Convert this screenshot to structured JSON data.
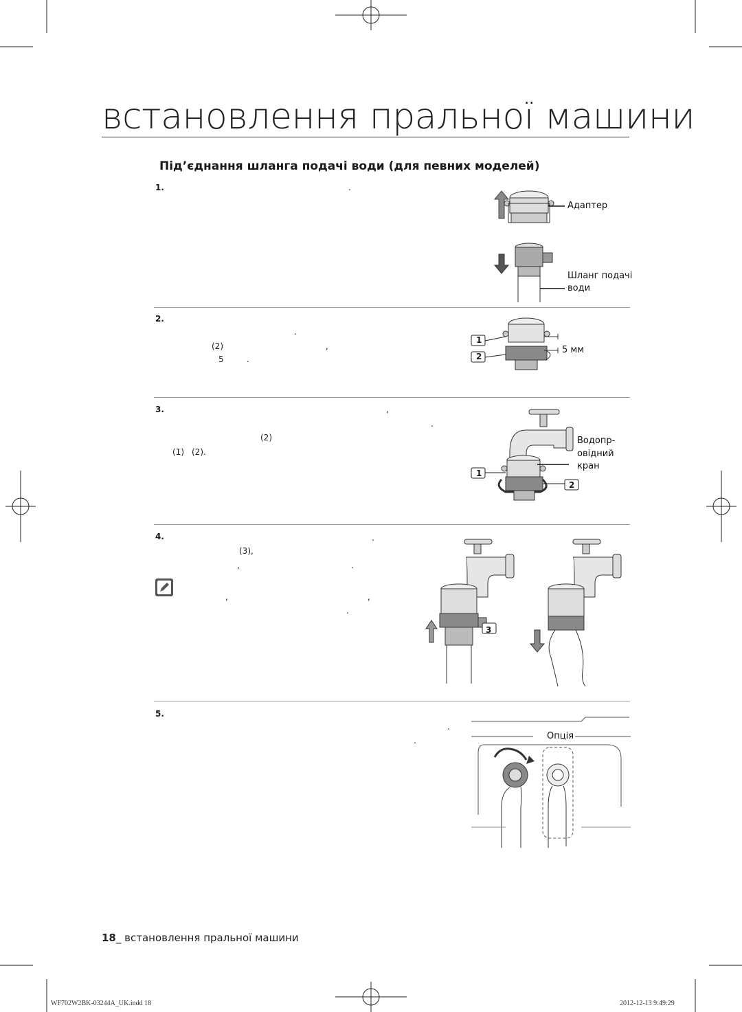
{
  "page": {
    "title": "встановлення пральної машини",
    "section_heading": "Під’єднання шланга подачі води (для певних моделей)",
    "footer_page_number": "18",
    "footer_separator": "_",
    "footer_title": "встановлення пральної машини",
    "print_file": "WF702W2BK-03244A_UK.indd   18",
    "print_timestamp": "2012-12-13   9:49:29"
  },
  "steps": [
    {
      "number": "1.",
      "fragments": [
        "."
      ]
    },
    {
      "number": "2.",
      "fragments": [
        ".",
        "(2)",
        ",",
        "5",
        "."
      ]
    },
    {
      "number": "3.",
      "fragments": [
        ",",
        ".",
        "(2)",
        "(1)",
        "(2)."
      ]
    },
    {
      "number": "4.",
      "fragments": [
        ".",
        "(3),",
        ",",
        ".",
        ",",
        ",",
        "."
      ]
    },
    {
      "number": "5.",
      "fragments": [
        ".",
        "."
      ]
    }
  ],
  "figures": {
    "fig1": {
      "adapter": "Адаптер",
      "hose_line1": "Шланг подачі",
      "hose_line2": "води"
    },
    "fig2": {
      "callout1": "1",
      "callout2": "2",
      "gap": "5 мм"
    },
    "fig3": {
      "tap_line1": "Водопр-",
      "tap_line2": "овідний",
      "tap_line3": "кран",
      "callout1": "1",
      "callout2": "2"
    },
    "fig4": {
      "callout3": "3"
    },
    "fig5": {
      "option": "Опція"
    }
  },
  "icons": {
    "note": "note-pencil-icon",
    "registration": "registration-mark-icon"
  },
  "colors": {
    "text": "#1a1a1a",
    "rule": "#9a9a9a",
    "metal": "#bdbdbd",
    "dark_part": "#707070"
  }
}
